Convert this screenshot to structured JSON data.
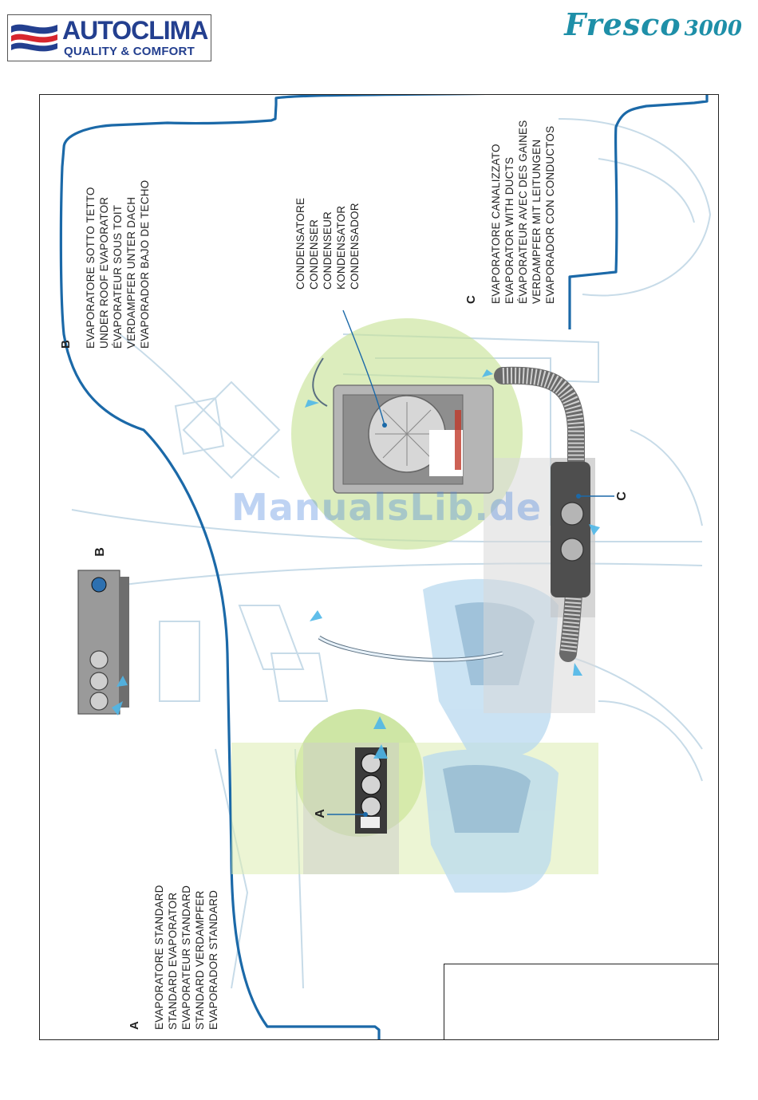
{
  "header": {
    "brand_name": "AUTOCLIMA",
    "brand_tagline": "QUALITY & COMFORT",
    "model_name": "Fresco",
    "model_number": "3000"
  },
  "diagram": {
    "watermark": "ManualsLib.de",
    "colors": {
      "outline": "#1b69a8",
      "green_zone": "#b6d96a",
      "duct": "#7a7a7a",
      "air_flow": "#4fb7e8"
    },
    "labels": {
      "a": {
        "letter": "A",
        "lines": [
          "EVAPORATORE STANDARD",
          "STANDARD EVAPORATOR",
          "EVAPORATEUR STANDARD",
          "STANDARD VERDAMPFER",
          "EVAPORADOR STANDARD"
        ]
      },
      "b": {
        "letter": "B",
        "lines": [
          "EVAPORATORE SOTTO TETTO",
          "UNDER ROOF EVAPORATOR",
          "ÉVAPORATEUR SOUS TOIT",
          "VERDAMPFER UNTER DACH",
          "EVAPORADOR BAJO DE TECHO"
        ]
      },
      "condenser": {
        "lines": [
          "CONDENSATORE",
          "CONDENSER",
          "CONDENSEUR",
          "KONDENSATOR",
          "CONDENSADOR"
        ]
      },
      "c": {
        "letter": "C",
        "lines": [
          "EVAPORATORE CANALIZZATO",
          "EVAPORATOR WITH DUCTS",
          "ÉVAPORATEUR AVEC DES GAINES",
          "VERDAMPFER MIT LEITUNGEN",
          "EVAPORADOR CON CONDUCTOS"
        ]
      }
    },
    "callouts": {
      "a": "A",
      "b": "B",
      "c": "C"
    }
  }
}
